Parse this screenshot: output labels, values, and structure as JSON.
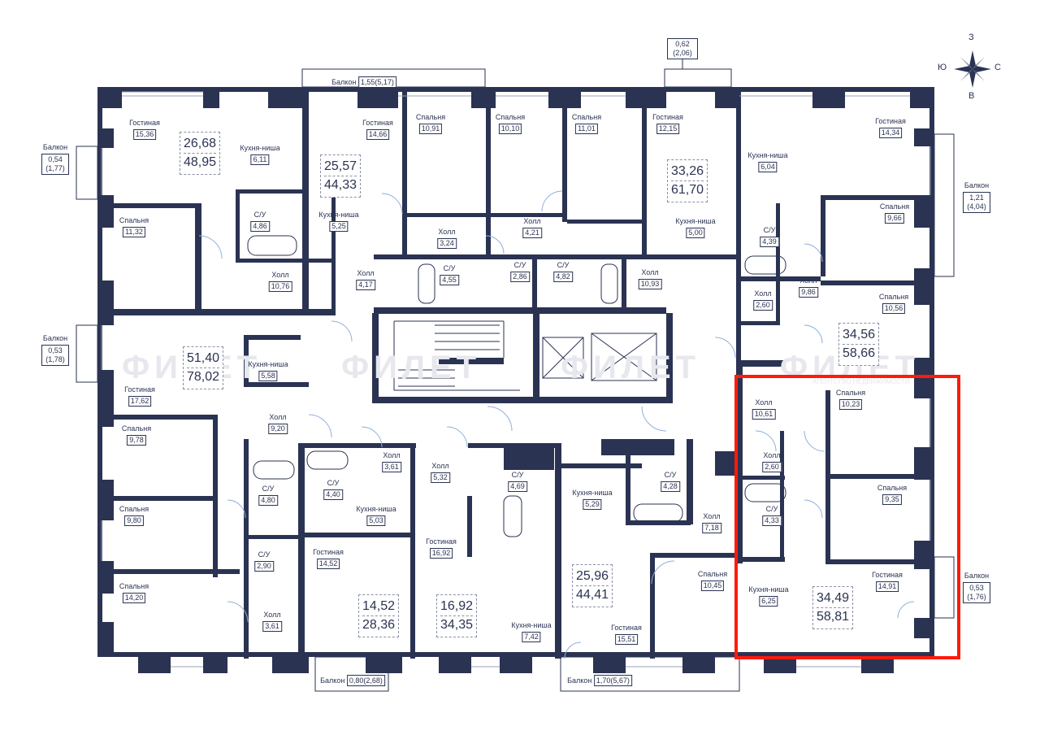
{
  "compass": {
    "north_label": "З",
    "west_label": "Ю",
    "east_label": "С",
    "south_label": "В"
  },
  "watermark": {
    "brand": "ФИЛЕТ",
    "tagline": "АГЕНТСТВО НЕДВИЖИМОСТИ"
  },
  "rooms": [
    {
      "name": "Гостиная",
      "area": "15,36"
    },
    {
      "name": "Гостиная",
      "area": "14,66"
    },
    {
      "name": "Спальня",
      "area": "10,91"
    },
    {
      "name": "Спальня",
      "area": "10,10"
    },
    {
      "name": "Спальня",
      "area": "11,01"
    },
    {
      "name": "Гостиная",
      "area": "12,15"
    },
    {
      "name": "Гостиная",
      "area": "14,34"
    },
    {
      "name": "Кухня-ниша",
      "area": "6,11"
    },
    {
      "name": "Кухня-ниша",
      "area": "6,04"
    },
    {
      "name": "Спальня",
      "area": "11,32"
    },
    {
      "name": "С/У",
      "area": "4,86"
    },
    {
      "name": "Кухня-ниша",
      "area": "5,25"
    },
    {
      "name": "Холл",
      "area": "3,24"
    },
    {
      "name": "Холл",
      "area": "4,21"
    },
    {
      "name": "Кухня-ниша",
      "area": "5,00"
    },
    {
      "name": "С/У",
      "area": "4,39"
    },
    {
      "name": "Спальня",
      "area": "9,66"
    },
    {
      "name": "Холл",
      "area": "10,76"
    },
    {
      "name": "Холл",
      "area": "4,17"
    },
    {
      "name": "С/У",
      "area": "4,55"
    },
    {
      "name": "С/У",
      "area": "2,86"
    },
    {
      "name": "С/У",
      "area": "4,82"
    },
    {
      "name": "Холл",
      "area": "10,93"
    },
    {
      "name": "Холл",
      "area": "2,60"
    },
    {
      "name": "Холл",
      "area": "9,86"
    },
    {
      "name": "Спальня",
      "area": "10,56"
    },
    {
      "name": "Кухня-ниша",
      "area": "5,58"
    },
    {
      "name": "Гостиная",
      "area": "17,62"
    },
    {
      "name": "Холл",
      "area": "9,20"
    },
    {
      "name": "Холл",
      "area": "10,61"
    },
    {
      "name": "Спальня",
      "area": "10,23"
    },
    {
      "name": "Спальня",
      "area": "9,78"
    },
    {
      "name": "Холл",
      "area": "3,61"
    },
    {
      "name": "Холл",
      "area": "5,32"
    },
    {
      "name": "С/У",
      "area": "4,40"
    },
    {
      "name": "С/У",
      "area": "4,69"
    },
    {
      "name": "С/У",
      "area": "4,28"
    },
    {
      "name": "Кухня-ниша",
      "area": "5,29"
    },
    {
      "name": "Холл",
      "area": "2,60"
    },
    {
      "name": "С/У",
      "area": "4,80"
    },
    {
      "name": "Кухня-ниша",
      "area": "5,03"
    },
    {
      "name": "С/У",
      "area": "4,33"
    },
    {
      "name": "Спальня",
      "area": "9,35"
    },
    {
      "name": "Спальня",
      "area": "9,80"
    },
    {
      "name": "Гостиная",
      "area": "16,92"
    },
    {
      "name": "Холл",
      "area": "7,18"
    },
    {
      "name": "С/У",
      "area": "2,90"
    },
    {
      "name": "Гостиная",
      "area": "14,52"
    },
    {
      "name": "Спальня",
      "area": "10,45"
    },
    {
      "name": "Гостиная",
      "area": "14,91"
    },
    {
      "name": "Кухня-ниша",
      "area": "6,25"
    },
    {
      "name": "Спальня",
      "area": "14,20"
    },
    {
      "name": "Холл",
      "area": "3,61"
    },
    {
      "name": "Кухня-ниша",
      "area": "7,42"
    },
    {
      "name": "Гостиная",
      "area": "15,51"
    }
  ],
  "apartments": [
    {
      "living": "26,68",
      "total": "48,95"
    },
    {
      "living": "25,57",
      "total": "44,33"
    },
    {
      "living": "33,26",
      "total": "61,70"
    },
    {
      "living": "34,56",
      "total": "58,66"
    },
    {
      "living": "51,40",
      "total": "78,02"
    },
    {
      "living": "14,52",
      "total": "28,36"
    },
    {
      "living": "16,92",
      "total": "34,35"
    },
    {
      "living": "25,96",
      "total": "44,41"
    },
    {
      "living": "34,49",
      "total": "58,81"
    }
  ],
  "balconies": [
    {
      "label": "Балкон",
      "value": "1,55(5,17)"
    },
    {
      "label": "",
      "value": "0,62 (2,06)"
    },
    {
      "label": "Балкон",
      "value": "0,54 (1,77)"
    },
    {
      "label": "Балкон",
      "value": "1,21 (4,04)"
    },
    {
      "label": "Балкон",
      "value": "0,53 (1,78)"
    },
    {
      "label": "Балкон",
      "value": "0,53 (1,76)"
    },
    {
      "label": "Балкон",
      "value": "0,80(2,68)"
    },
    {
      "label": "Балкон",
      "value": "1,70(5,67)"
    }
  ],
  "colors": {
    "wall": "#2a3352",
    "highlight": "#ff1a0a",
    "window": "#9aa3b8"
  }
}
